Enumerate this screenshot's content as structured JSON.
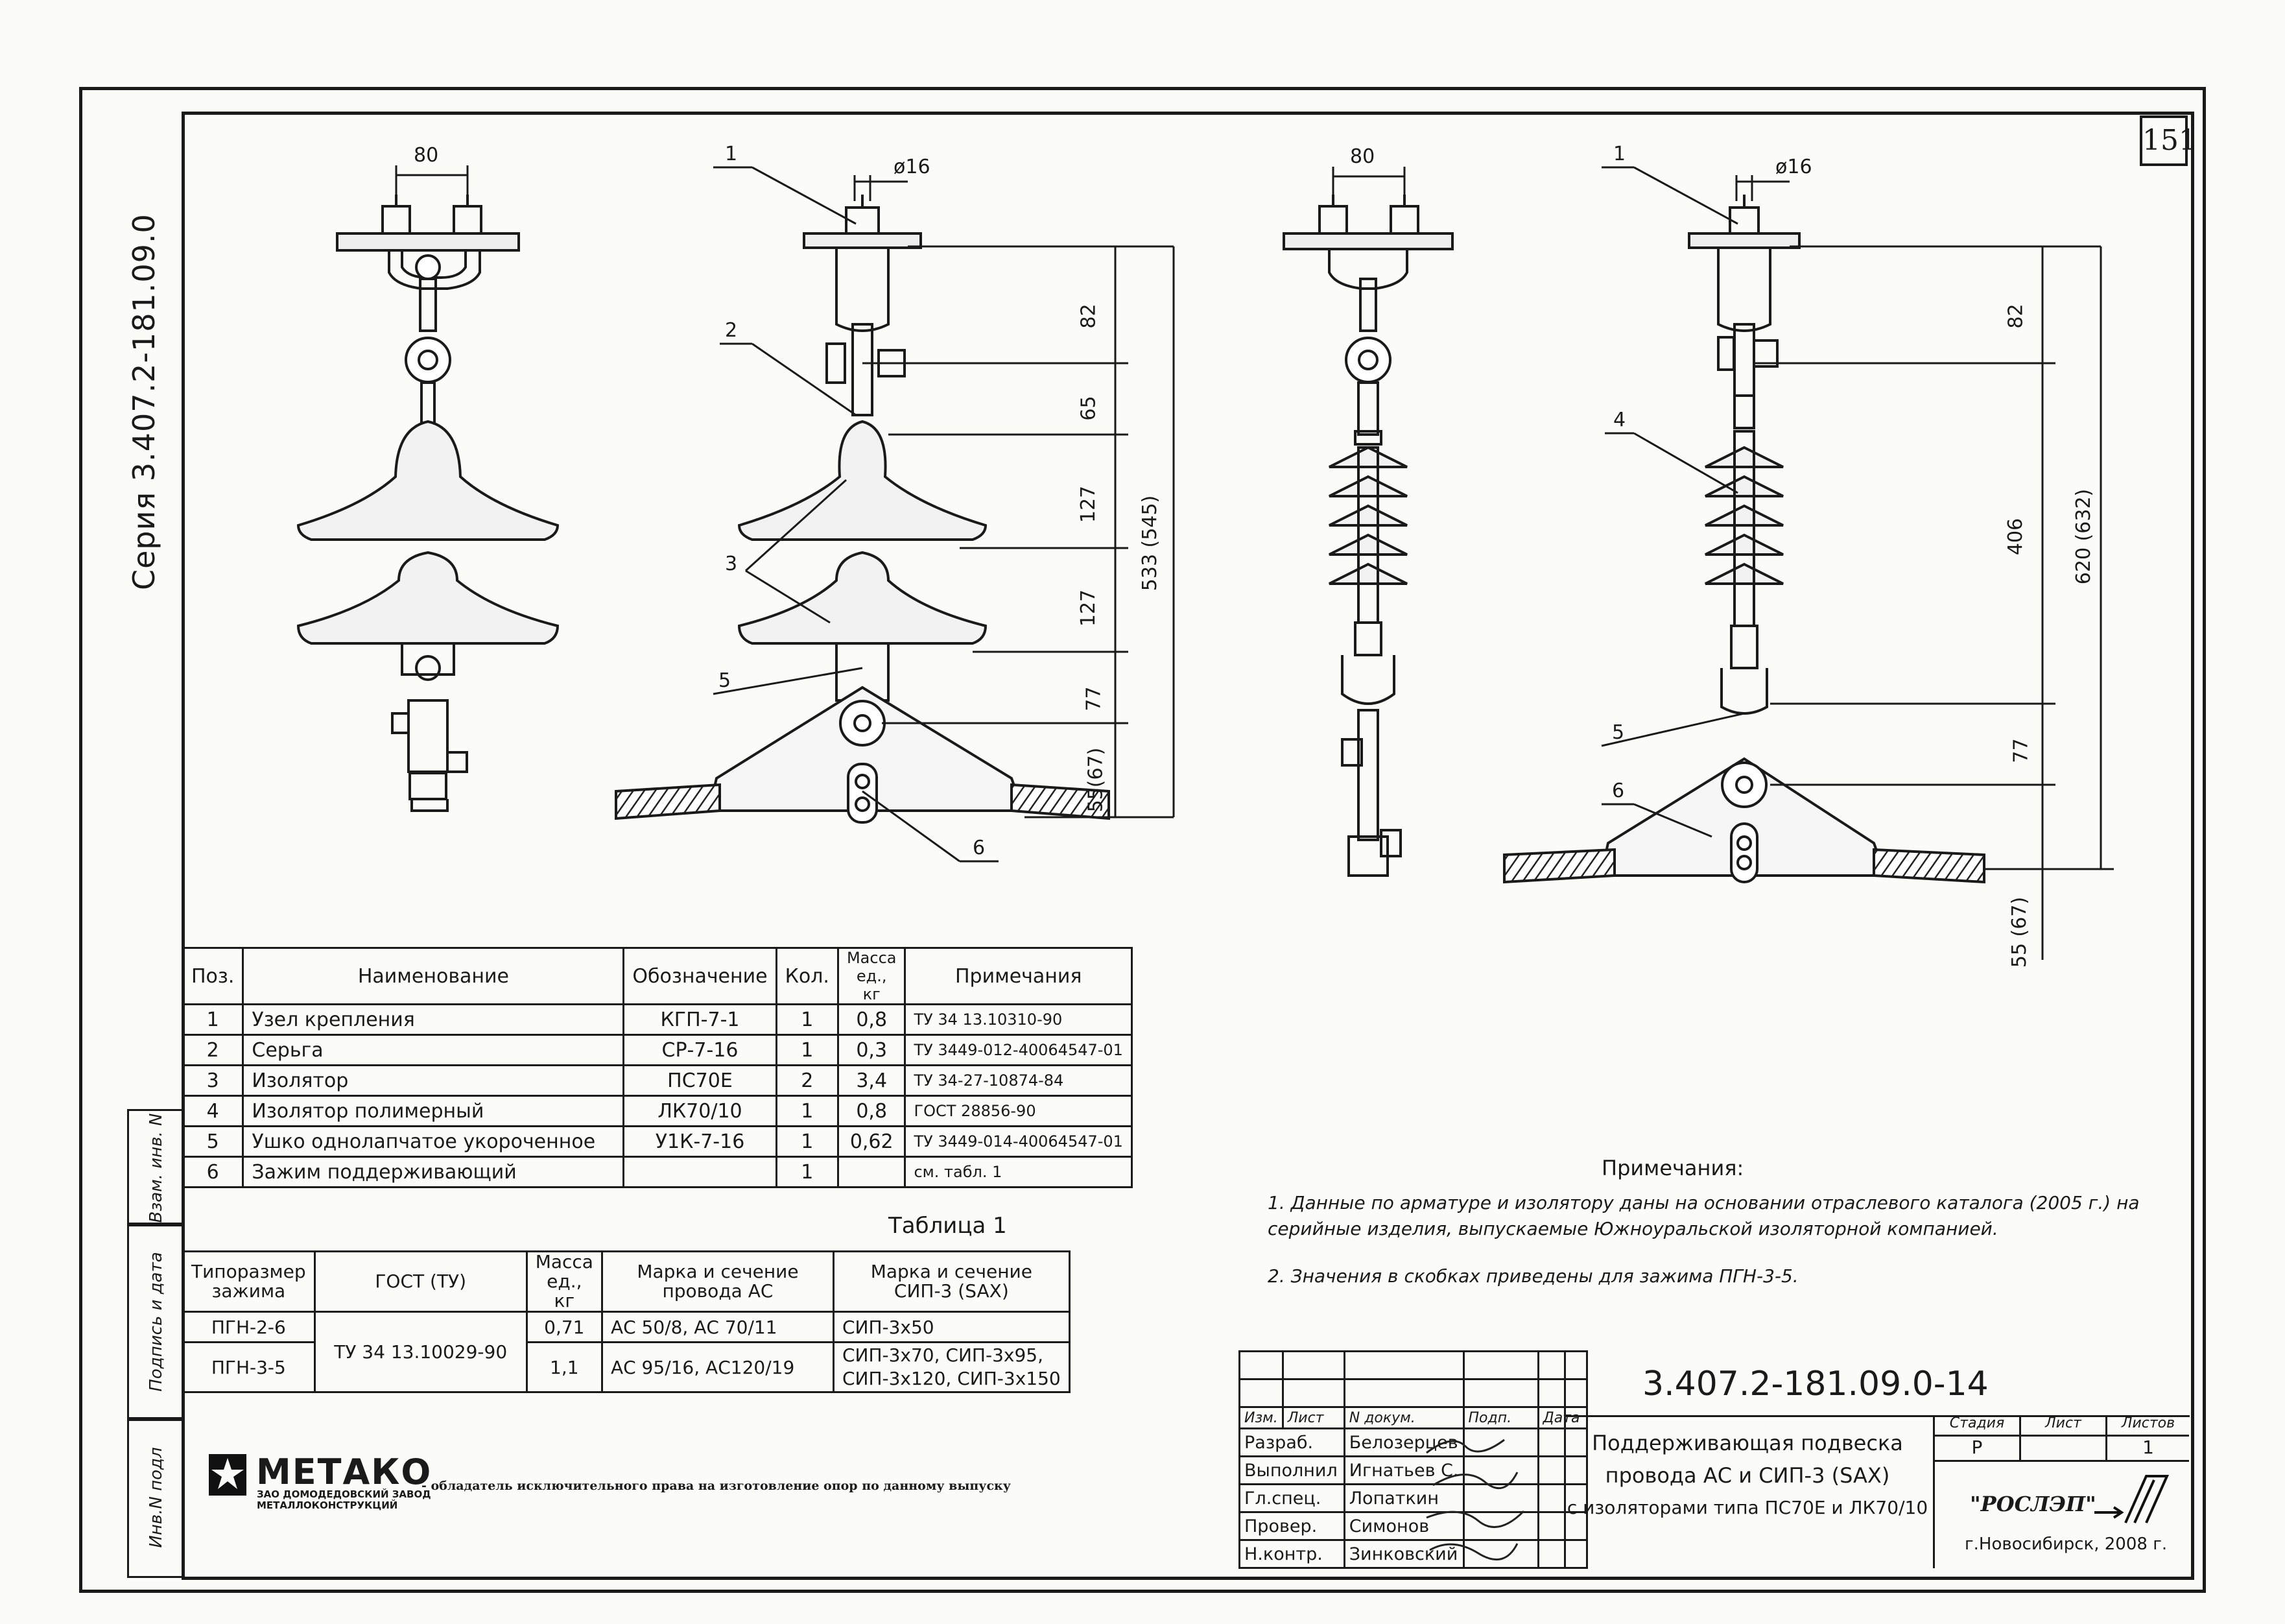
{
  "series_label": "Серия 3.407.2-181.09.0",
  "sheet_number": "151",
  "sidebar": {
    "inv_no_replaced": "Взам. инв. N",
    "signature_date": "Подпись и дата",
    "inv_no_original": "Инв.N подл"
  },
  "drawing": {
    "dims": {
      "width_80": "80",
      "diameter": "ø16",
      "d82": "82",
      "d65": "65",
      "d127a": "127",
      "d127b": "127",
      "d77": "77",
      "d55": "55(67)",
      "d533": "533 (545)",
      "d406": "406",
      "d620": "620 (632)",
      "d55b": "55 (67)"
    },
    "position_labels": [
      "1",
      "2",
      "3",
      "4",
      "5",
      "6"
    ]
  },
  "parts_table": {
    "headers": [
      "Поз.",
      "Наименование",
      "Обозначение",
      "Кол.",
      "Масса ед., кг",
      "Примечания"
    ],
    "rows": [
      [
        "1",
        "Узел крепления",
        "КГП-7-1",
        "1",
        "0,8",
        "ТУ 34 13.10310-90"
      ],
      [
        "2",
        "Серьга",
        "СР-7-16",
        "1",
        "0,3",
        "ТУ 3449-012-40064547-01"
      ],
      [
        "3",
        "Изолятор",
        "ПС70Е",
        "2",
        "3,4",
        "ТУ 34-27-10874-84"
      ],
      [
        "4",
        "Изолятор полимерный",
        "ЛК70/10",
        "1",
        "0,8",
        "ГОСТ 28856-90"
      ],
      [
        "5",
        "Ушко однолапчатое укороченное",
        "У1К-7-16",
        "1",
        "0,62",
        "ТУ 3449-014-40064547-01"
      ],
      [
        "6",
        "Зажим поддерживающий",
        "",
        "1",
        "",
        "см. табл. 1"
      ]
    ]
  },
  "table1": {
    "title": "Таблица 1",
    "headers": [
      "Типоразмер зажима",
      "ГОСТ (ТУ)",
      "Масса ед., кг",
      "Марка и сечение провода АС",
      "Марка и сечение СИП-3 (SAX)"
    ],
    "rows": [
      {
        "type": "ПГН-2-6",
        "mass": "0,71",
        "ac": "АС 50/8, АС 70/11",
        "sip": "СИП-3х50"
      },
      {
        "type": "ПГН-3-5",
        "mass": "1,1",
        "ac": "АС 95/16, АС120/19",
        "sip": "СИП-3х70, СИП-3х95,",
        "sip2": "СИП-3х120, СИП-3х150"
      }
    ],
    "gost": "ТУ 34 13.10029-90"
  },
  "notes": {
    "title": "Примечания:",
    "items": [
      "1. Данные по арматуре и изолятору даны на основании отраслевого каталога (2005 г.) на серийные изделия, выпускаемые Южноуральской изоляторной компанией.",
      "2. Значения в скобках приведены для зажима ПГН-3-5."
    ]
  },
  "title_block": {
    "doc_code": "3.407.2-181.09.0-14",
    "title_lines": [
      "Поддерживающая подвеска",
      "провода АС и СИП-3 (SAX)",
      "с изоляторами типа ПС70Е и ЛК70/10"
    ],
    "headers": [
      "Изм.",
      "Лист",
      "N докум.",
      "Подп.",
      "Дата"
    ],
    "roles": [
      {
        "role": "Разраб.",
        "name": "Белозерцев"
      },
      {
        "role": "Выполнил",
        "name": "Игнатьев С."
      },
      {
        "role": "Гл.спец.",
        "name": "Лопаткин"
      },
      {
        "role": "Провер.",
        "name": "Симонов"
      },
      {
        "role": "Н.контр.",
        "name": "Зинковский"
      }
    ],
    "stage_label": "Стадия",
    "sheet_label": "Лист",
    "sheets_label": "Листов",
    "stage": "Р",
    "sheets": "1",
    "company": "\"РОСЛЭП\"",
    "city": "г.Новосибирск, 2008 г."
  },
  "logo": {
    "name": "МЕТАКО",
    "sub1": "ЗАО ДОМОДЕДОВСКИЙ ЗАВОД",
    "sub2": "МЕТАЛЛОКОНСТРУКЦИЙ",
    "tagline": "- обладатель исключительного права на изготовление опор по данному выпуску"
  }
}
